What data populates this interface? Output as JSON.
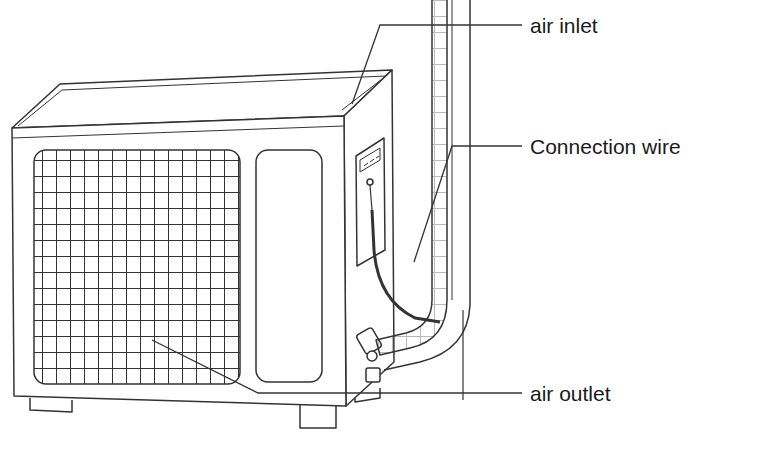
{
  "diagram": {
    "labels": [
      "air inlet",
      "Connection wire",
      "air outlet"
    ]
  }
}
